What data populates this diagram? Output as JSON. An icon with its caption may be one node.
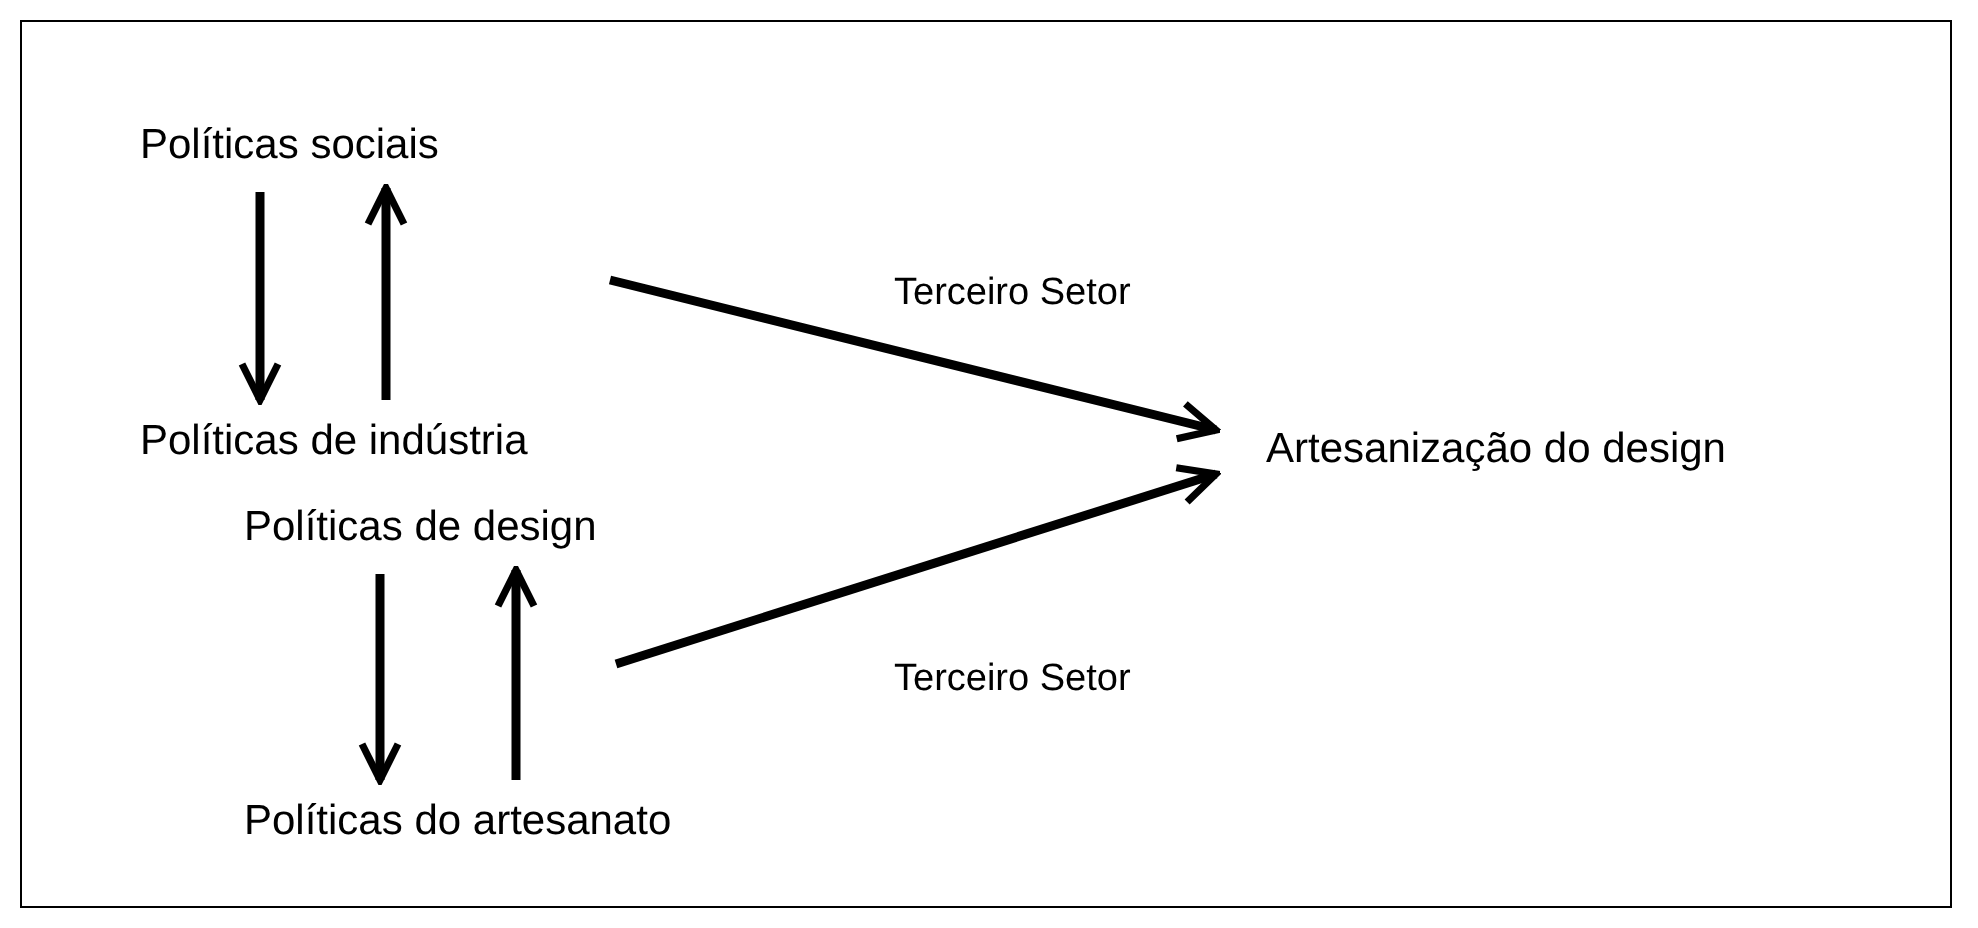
{
  "diagram": {
    "nodes": [
      {
        "text": [
          "Políticas sociais"
        ]
      },
      {
        "text": [
          "Políticas de indústria"
        ]
      },
      {
        "text": [
          "Políticas de design"
        ]
      },
      {
        "text": [
          "Políticas do artesanato"
        ]
      },
      {
        "text": [
          "Artesanização do design"
        ]
      }
    ],
    "edges": [
      {
        "from": 0,
        "to": 1,
        "arrow": "to"
      },
      {
        "from": 1,
        "to": 0,
        "arrow": "to"
      },
      {
        "from": 2,
        "to": 3,
        "arrow": "to"
      },
      {
        "from": 3,
        "to": 2,
        "arrow": "to"
      },
      {
        "from": null,
        "to": 4,
        "arrow": "to",
        "label": "Terceiro Setor"
      },
      {
        "from": null,
        "to": 4,
        "arrow": "to",
        "label": "Terceiro Setor"
      }
    ]
  }
}
